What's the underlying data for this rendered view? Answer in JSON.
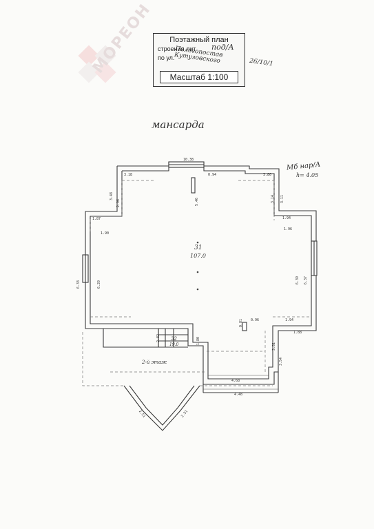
{
  "watermark": {
    "text": "МОРЕОН"
  },
  "stamp": {
    "title": "Поэтажный план",
    "building_label": "строения лит.",
    "building_value": "под/А",
    "street_label": "по ул.",
    "street_value": "Пологопостав Кутузовского",
    "number_value": "26/10/1",
    "scale": "Масштаб 1:100"
  },
  "floor_title": "мансарда",
  "side_note": {
    "line1": "Мб нар/А",
    "line2": "h= 4.05"
  },
  "rooms": [
    {
      "number": "31",
      "area": "107.0"
    },
    {
      "number": "32",
      "area": "19.0"
    }
  ],
  "stair_label": "2-й этаж",
  "dimensions": {
    "top_window": "10.38",
    "d1": "3.18",
    "d2": "3.80",
    "d3": "0.94",
    "d4": "5.46",
    "left_top": "3.48",
    "left_top_inner": "2.96",
    "left_step": "1.87",
    "left_step_inner": "1.90",
    "left_wall": "6.33",
    "left_wall_inner": "6.29",
    "right_top": "3.11",
    "right_top_inner": "3.14",
    "right_step": "1.94",
    "right_step_inner": "1.96",
    "right_wall": "6.39",
    "right_wall_inner": "6.37",
    "right_low": "1.94",
    "right_low2": "1.88",
    "right_vert": "3.51",
    "right_vert2": "3.54",
    "inner_small": "0.81",
    "inner_small2": "0.96",
    "bottom_inner": "4.68",
    "bottom_outer": "4.48",
    "stair_w": "1.80",
    "stair_h": "2.82",
    "bay_left": "2.51",
    "bay_right": "2.51"
  }
}
